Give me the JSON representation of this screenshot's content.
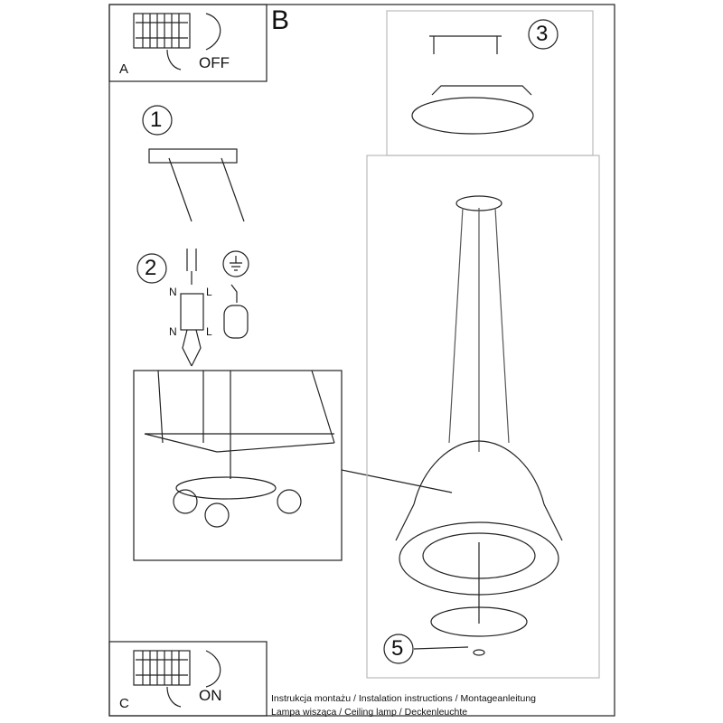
{
  "panels": {
    "a": {
      "label": "A",
      "action": "OFF"
    },
    "b": {
      "label": "B"
    },
    "c": {
      "label": "C",
      "action": "ON"
    }
  },
  "steps": [
    "1",
    "2",
    "3",
    "5"
  ],
  "wiring": {
    "left_top": "N",
    "right_top": "L",
    "left_bottom": "N",
    "right_bottom": "L"
  },
  "caption": {
    "line1": "Instrukcja montażu / Instalation instructions / Montageanleitung",
    "line2": "Lampa wisząca / Ceiling lamp / Deckenleuchte"
  }
}
